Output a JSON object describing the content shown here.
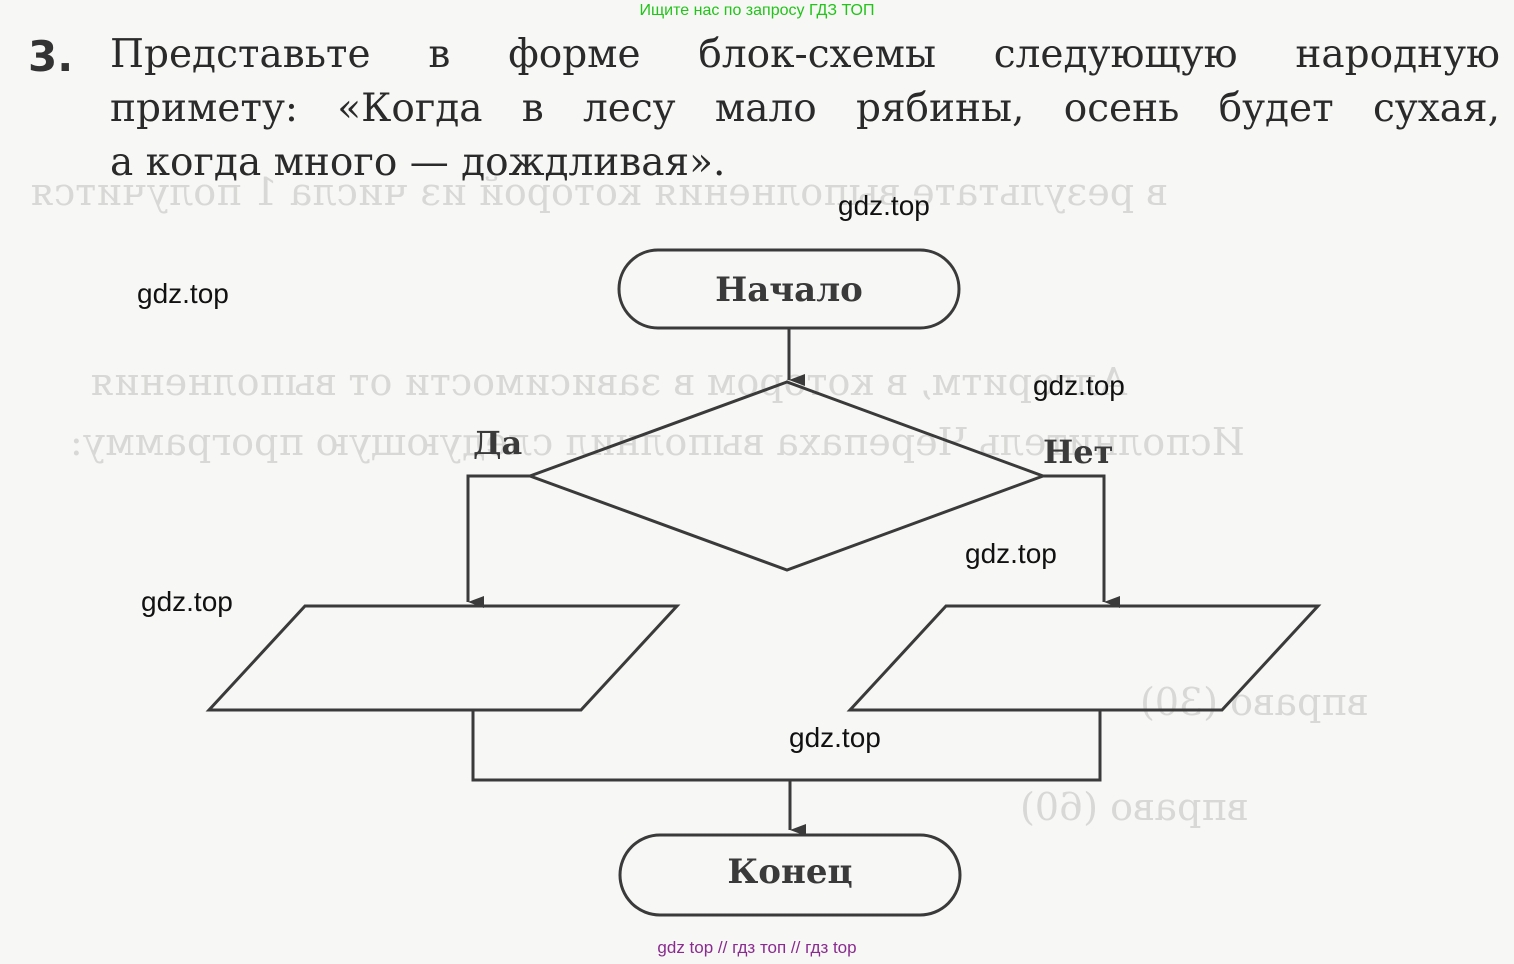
{
  "header": {
    "banner": "Ищите нас по запросу ГДЗ ТОП"
  },
  "task": {
    "number": "3.",
    "line1": "Представьте в форме блок-схемы следующую народную",
    "line2": "примету: «Когда в лесу мало рябины, осень будет сухая,",
    "line3": "а когда много — дождливая»."
  },
  "flowchart": {
    "start_label": "Начало",
    "end_label": "Конец",
    "yes_label": "Да",
    "no_label": "Нет",
    "condition_text": "",
    "yes_output_text": "",
    "no_output_text": ""
  },
  "watermarks": {
    "wm1": "gdz.top",
    "wm2": "gdz.top",
    "wm3": "gdz.top",
    "wm4": "gdz.top",
    "wm5": "gdz.top",
    "wm6": "gdz.top"
  },
  "footer": {
    "banner": "gdz top  //  гдз топ  //  гдз top"
  },
  "colors": {
    "banner_green": "#22c41a",
    "footer_purple": "#8a2b8f",
    "stroke": "#3a3a3a"
  }
}
